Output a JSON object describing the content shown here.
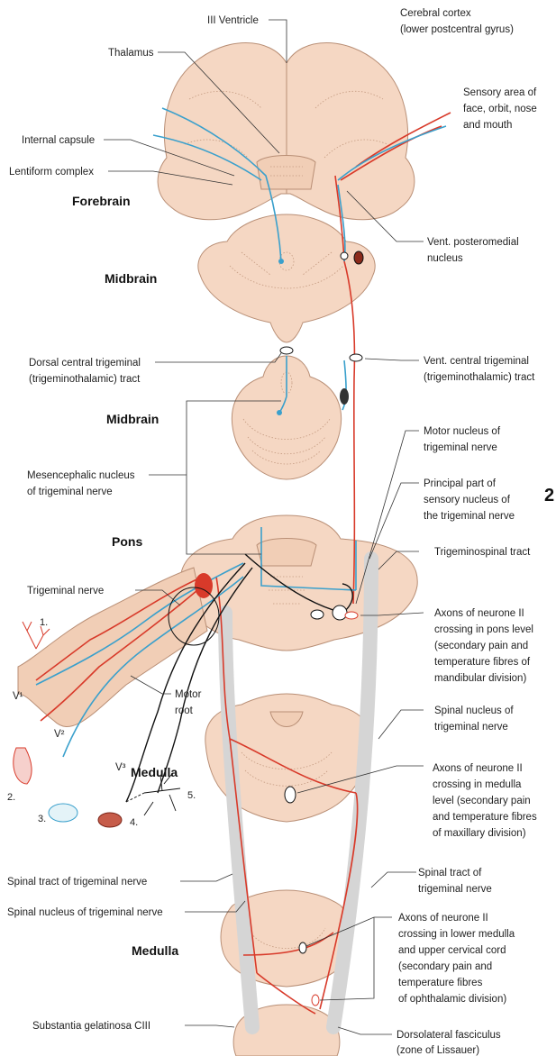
{
  "labels": {
    "third_ventricle": "III Ventricle",
    "cerebral_cortex": [
      "Cerebral cortex",
      "(lower postcentral gyrus)"
    ],
    "thalamus": "Thalamus",
    "sensory_area": [
      "Sensory area of",
      "face, orbit, nose",
      "and mouth"
    ],
    "internal_capsule": "Internal capsule",
    "lentiform_complex": "Lentiform complex",
    "forebrain": "Forebrain",
    "vent_posteromedial": [
      "Vent. posteromedial",
      "nucleus"
    ],
    "midbrain_upper": "Midbrain",
    "dorsal_central_tract": [
      "Dorsal central trigeminal",
      "(trigeminothalamic) tract"
    ],
    "vent_central_tract": [
      "Vent. central trigeminal",
      "(trigeminothalamic) tract"
    ],
    "midbrain_lower": "Midbrain",
    "motor_nucleus": [
      "Motor nucleus of",
      "trigeminal nerve"
    ],
    "mesencephalic_nucleus": [
      "Mesencephalic nucleus",
      "of trigeminal nerve"
    ],
    "principal_sensory": [
      "Principal part of",
      "sensory nucleus of",
      "the trigeminal nerve"
    ],
    "pons": "Pons",
    "trigeminospinal_tract": "Trigeminospinal tract",
    "trigeminal_nerve": "Trigeminal nerve",
    "axons_pons": [
      "Axons of neurone II",
      "crossing in pons level",
      "(secondary pain and",
      "temperature fibres of",
      "mandibular division)"
    ],
    "num_1": "1.",
    "v1": "V¹",
    "motor_root": [
      "Motor",
      "root"
    ],
    "v2": "V²",
    "spinal_nucleus_right": [
      "Spinal nucleus of",
      "trigeminal nerve"
    ],
    "v3": "V³",
    "medulla_upper": "Medulla",
    "num_5": "5.",
    "num_2": "2.",
    "axons_medulla": [
      "Axons of neurone II",
      "crossing in medulla",
      "level (secondary pain",
      "and temperature fibres",
      "of maxillary division)"
    ],
    "num_3": "3.",
    "num_4": "4.",
    "spinal_tract_left": "Spinal tract of trigeminal nerve",
    "spinal_tract_right": [
      "Spinal tract of",
      "trigeminal nerve"
    ],
    "spinal_nucleus_left": "Spinal nucleus of trigeminal nerve",
    "axons_lower": [
      "Axons of neurone II",
      "crossing in lower medulla",
      "and upper cervical cord",
      "(secondary pain and",
      "temperature fibres",
      "of ophthalamic division)"
    ],
    "medulla_lower": "Medulla",
    "substantia_gelatinosa": "Substantia gelatinosa CIII",
    "dorsolateral_fasciculus": [
      "Dorsolateral fasciculus",
      "(zone of Lissauer)"
    ],
    "page_fragment": "2"
  },
  "colors": {
    "tissue": "#f5d7c3",
    "pain_pathway": "#d83a2a",
    "touch_pathway": "#3aa0cc",
    "motor_pathway": "#111111",
    "spinal_tract": "#d5d5d5"
  }
}
